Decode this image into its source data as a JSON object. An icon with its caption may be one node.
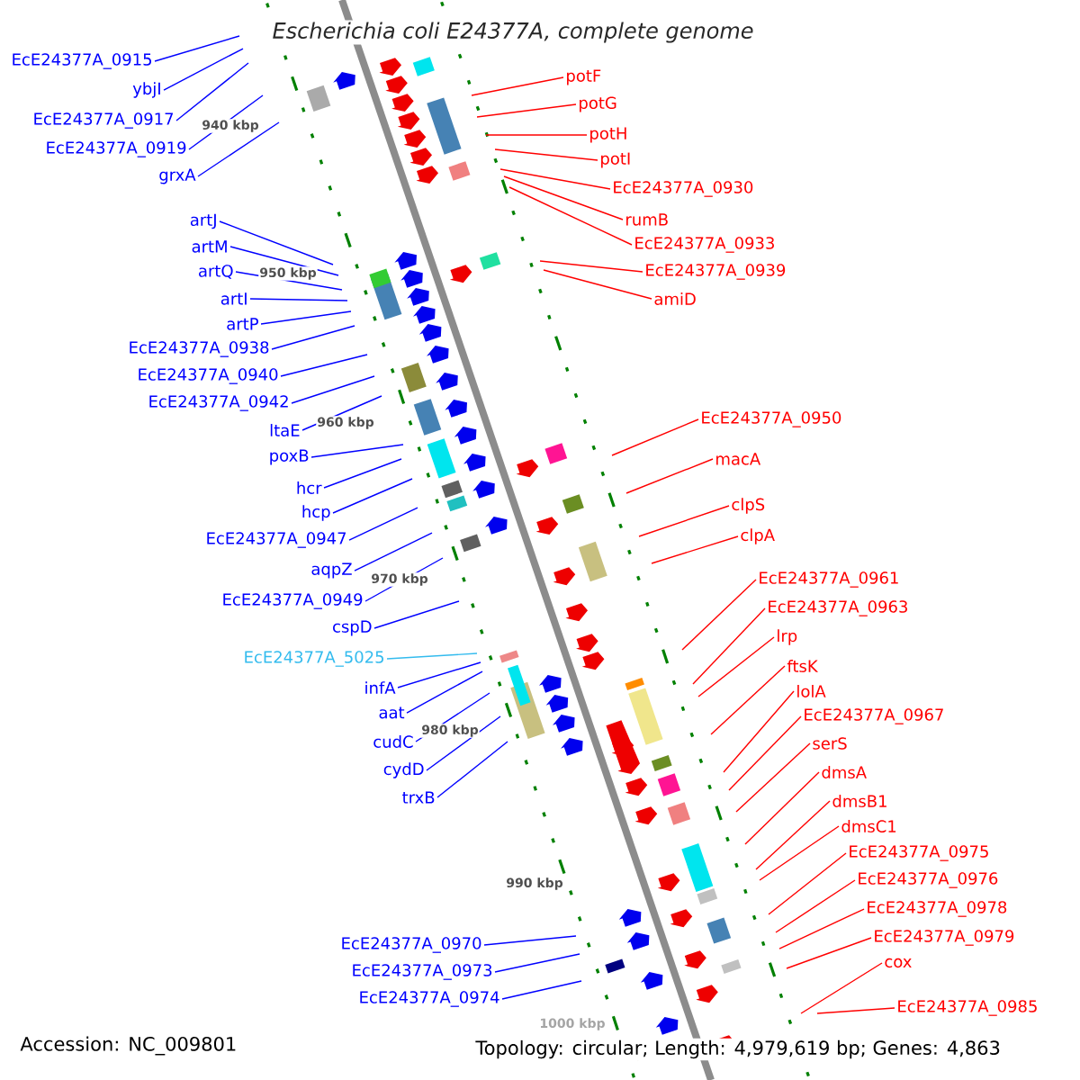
{
  "diagram": {
    "title": "Escherichia coli E24377A, complete genome",
    "nodes": [
      {
        "text": [
          "EcE24377A_0915"
        ]
      },
      {
        "text": [
          "ybjI"
        ]
      },
      {
        "text": [
          "EcE24377A_0917"
        ]
      },
      {
        "text": [
          "EcE24377A_0919"
        ]
      },
      {
        "text": [
          "grxA"
        ]
      },
      {
        "text": [
          "artJ"
        ]
      },
      {
        "text": [
          "artM"
        ]
      },
      {
        "text": [
          "artQ"
        ]
      },
      {
        "text": [
          "artI"
        ]
      },
      {
        "text": [
          "artP"
        ]
      },
      {
        "text": [
          "EcE24377A_0938"
        ]
      },
      {
        "text": [
          "EcE24377A_0940"
        ]
      },
      {
        "text": [
          "EcE24377A_0942"
        ]
      },
      {
        "text": [
          "ltaE"
        ]
      },
      {
        "text": [
          "poxB"
        ]
      },
      {
        "text": [
          "hcr"
        ]
      },
      {
        "text": [
          "hcp"
        ]
      },
      {
        "text": [
          "EcE24377A_0947"
        ]
      },
      {
        "text": [
          "aqpZ"
        ]
      },
      {
        "text": [
          "EcE24377A_0949"
        ]
      },
      {
        "text": [
          "cspD"
        ]
      },
      {
        "text": [
          "EcE24377A_5025"
        ]
      },
      {
        "text": [
          "infA"
        ]
      },
      {
        "text": [
          "aat"
        ]
      },
      {
        "text": [
          "cudC"
        ]
      },
      {
        "text": [
          "cydD"
        ]
      },
      {
        "text": [
          "trxB"
        ]
      },
      {
        "text": [
          "EcE24377A_0970"
        ]
      },
      {
        "text": [
          "EcE24377A_0973"
        ]
      },
      {
        "text": [
          "EcE24377A_0974"
        ]
      },
      {
        "text": [
          "potF"
        ]
      },
      {
        "text": [
          "potG"
        ]
      },
      {
        "text": [
          "potH"
        ]
      },
      {
        "text": [
          "potI"
        ]
      },
      {
        "text": [
          "EcE24377A_0930"
        ]
      },
      {
        "text": [
          "rumB"
        ]
      },
      {
        "text": [
          "EcE24377A_0933"
        ]
      },
      {
        "text": [
          "EcE24377A_0939"
        ]
      },
      {
        "text": [
          "amiD"
        ]
      },
      {
        "text": [
          "EcE24377A_0950"
        ]
      },
      {
        "text": [
          "macA"
        ]
      },
      {
        "text": [
          "clpS"
        ]
      },
      {
        "text": [
          "clpA"
        ]
      },
      {
        "text": [
          "EcE24377A_0961"
        ]
      },
      {
        "text": [
          "EcE24377A_0963"
        ]
      },
      {
        "text": [
          "lrp"
        ]
      },
      {
        "text": [
          "ftsK"
        ]
      },
      {
        "text": [
          "lolA"
        ]
      },
      {
        "text": [
          "EcE24377A_0967"
        ]
      },
      {
        "text": [
          "serS"
        ]
      },
      {
        "text": [
          "dmsA"
        ]
      },
      {
        "text": [
          "dmsB1"
        ]
      },
      {
        "text": [
          "dmsC1"
        ]
      },
      {
        "text": [
          "EcE24377A_0975"
        ]
      },
      {
        "text": [
          "EcE24377A_0976"
        ]
      },
      {
        "text": [
          "EcE24377A_0978"
        ]
      },
      {
        "text": [
          "EcE24377A_0979"
        ]
      },
      {
        "text": [
          "cox"
        ]
      },
      {
        "text": [
          "EcE24377A_0985"
        ]
      }
    ],
    "edges": [
      {
        "from": 0,
        "to": null,
        "arrow": "none"
      },
      {
        "from": 1,
        "to": null,
        "arrow": "none"
      },
      {
        "from": 2,
        "to": null,
        "arrow": "none"
      },
      {
        "from": 3,
        "to": null,
        "arrow": "none"
      },
      {
        "from": 4,
        "to": null,
        "arrow": "none"
      },
      {
        "from": 5,
        "to": null,
        "arrow": "none"
      },
      {
        "from": 6,
        "to": null,
        "arrow": "none"
      },
      {
        "from": 7,
        "to": null,
        "arrow": "none"
      },
      {
        "from": 8,
        "to": null,
        "arrow": "none"
      },
      {
        "from": 9,
        "to": null,
        "arrow": "none"
      },
      {
        "from": 10,
        "to": null,
        "arrow": "none"
      },
      {
        "from": 11,
        "to": null,
        "arrow": "none"
      },
      {
        "from": 12,
        "to": null,
        "arrow": "none"
      },
      {
        "from": 13,
        "to": null,
        "arrow": "none"
      },
      {
        "from": 14,
        "to": null,
        "arrow": "none"
      },
      {
        "from": 15,
        "to": null,
        "arrow": "none"
      },
      {
        "from": 16,
        "to": null,
        "arrow": "none"
      },
      {
        "from": 17,
        "to": null,
        "arrow": "none"
      },
      {
        "from": 18,
        "to": null,
        "arrow": "none"
      },
      {
        "from": 19,
        "to": null,
        "arrow": "none"
      },
      {
        "from": 20,
        "to": null,
        "arrow": "none"
      },
      {
        "from": 21,
        "to": null,
        "arrow": "none",
        "color": "#33bbee"
      },
      {
        "from": 22,
        "to": null,
        "arrow": "none"
      },
      {
        "from": 23,
        "to": null,
        "arrow": "none"
      },
      {
        "from": 24,
        "to": null,
        "arrow": "none"
      },
      {
        "from": 25,
        "to": null,
        "arrow": "none"
      },
      {
        "from": 26,
        "to": null,
        "arrow": "none"
      },
      {
        "from": 27,
        "to": null,
        "arrow": "none"
      },
      {
        "from": 28,
        "to": null,
        "arrow": "none"
      },
      {
        "from": 29,
        "to": null,
        "arrow": "none"
      },
      {
        "from": 30,
        "to": null,
        "arrow": "none",
        "color": "#ff0000"
      },
      {
        "from": 31,
        "to": null,
        "arrow": "none",
        "color": "#ff0000"
      },
      {
        "from": 32,
        "to": null,
        "arrow": "none",
        "color": "#ff0000"
      },
      {
        "from": 33,
        "to": null,
        "arrow": "none",
        "color": "#ff0000"
      },
      {
        "from": 34,
        "to": null,
        "arrow": "none",
        "color": "#ff0000"
      },
      {
        "from": 35,
        "to": null,
        "arrow": "none",
        "color": "#ff0000"
      },
      {
        "from": 36,
        "to": null,
        "arrow": "none",
        "color": "#ff0000"
      },
      {
        "from": 37,
        "to": null,
        "arrow": "none",
        "color": "#ff0000"
      },
      {
        "from": 38,
        "to": null,
        "arrow": "none",
        "color": "#ff0000"
      },
      {
        "from": 39,
        "to": null,
        "arrow": "none",
        "color": "#ff0000"
      },
      {
        "from": 40,
        "to": null,
        "arrow": "none",
        "color": "#ff0000"
      },
      {
        "from": 41,
        "to": null,
        "arrow": "none",
        "color": "#ff0000"
      },
      {
        "from": 42,
        "to": null,
        "arrow": "none",
        "color": "#ff0000"
      },
      {
        "from": 43,
        "to": null,
        "arrow": "none",
        "color": "#ff0000"
      },
      {
        "from": 44,
        "to": null,
        "arrow": "none",
        "color": "#ff0000"
      },
      {
        "from": 45,
        "to": null,
        "arrow": "none",
        "color": "#ff0000"
      },
      {
        "from": 46,
        "to": null,
        "arrow": "none",
        "color": "#ff0000"
      },
      {
        "from": 47,
        "to": null,
        "arrow": "none",
        "color": "#ff0000"
      },
      {
        "from": 48,
        "to": null,
        "arrow": "none",
        "color": "#ff0000"
      },
      {
        "from": 49,
        "to": null,
        "arrow": "none",
        "color": "#ff0000"
      },
      {
        "from": 50,
        "to": null,
        "arrow": "none",
        "color": "#ff0000"
      },
      {
        "from": 51,
        "to": null,
        "arrow": "none",
        "color": "#ff0000"
      },
      {
        "from": 52,
        "to": null,
        "arrow": "none",
        "color": "#ff0000"
      },
      {
        "from": 53,
        "to": null,
        "arrow": "none",
        "color": "#ff0000"
      },
      {
        "from": 54,
        "to": null,
        "arrow": "none",
        "color": "#ff0000"
      },
      {
        "from": 55,
        "to": null,
        "arrow": "none",
        "color": "#ff0000"
      },
      {
        "from": 56,
        "to": null,
        "arrow": "none",
        "color": "#ff0000"
      },
      {
        "from": 57,
        "to": null,
        "arrow": "none",
        "color": "#ff0000"
      },
      {
        "from": 58,
        "to": null,
        "arrow": "none",
        "color": "#ff0000"
      }
    ],
    "labels": [
      "940 kbp",
      "950 kbp",
      "960 kbp",
      "970 kbp",
      "980 kbp",
      "990 kbp",
      "1000 kbp",
      "Accession: NC_009801",
      "Topology: circular; Length: 4,979,619 bp; Genes: 4,863"
    ]
  }
}
